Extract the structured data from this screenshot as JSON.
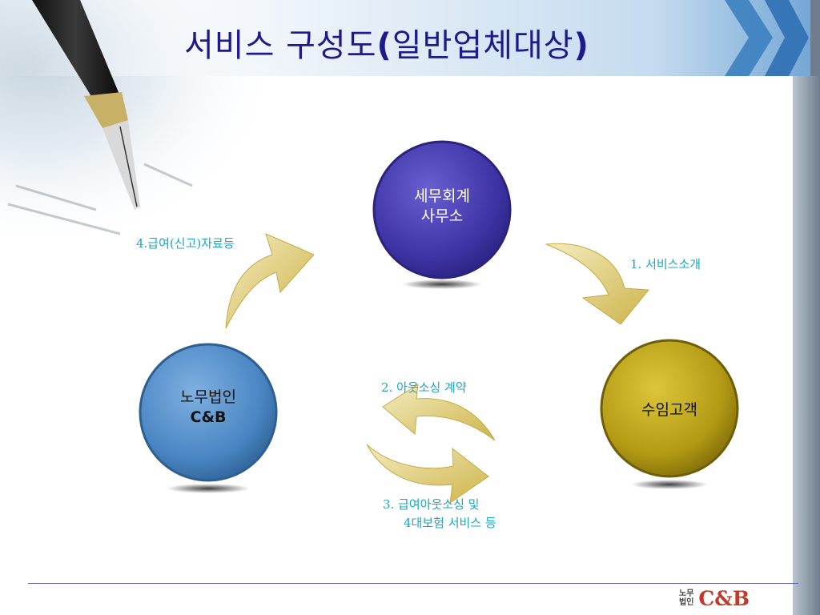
{
  "title": {
    "prefix": "서비스 구성도",
    "paren_open": "(",
    "subject": "일반업체대상",
    "paren_close": ")"
  },
  "nodes": {
    "tax_office": {
      "line1": "세무회계",
      "line2": "사무소",
      "color": "#4a3fb0"
    },
    "client": {
      "line1": "수임고객",
      "color": "#b8a018"
    },
    "labor_firm": {
      "line1": "노무법인",
      "line2": "C&B",
      "color": "#4f8fce"
    }
  },
  "edges": {
    "step1": "1. 서비스소개",
    "step2": "2. 아웃소싱 계약",
    "step3_line1": "3. 급여아웃소싱 및",
    "step3_line2": "4대보험 서비스 등",
    "step4": "4.급여(신고)자료등"
  },
  "footer": {
    "logo_small_line1": "노무",
    "logo_small_line2": "법인",
    "logo_main": "C&B"
  },
  "colors": {
    "title": "#1e1a8c",
    "edge_label": "#19a7c4",
    "arrow": "#d9c463",
    "footer_line": "#5a5fa8"
  }
}
